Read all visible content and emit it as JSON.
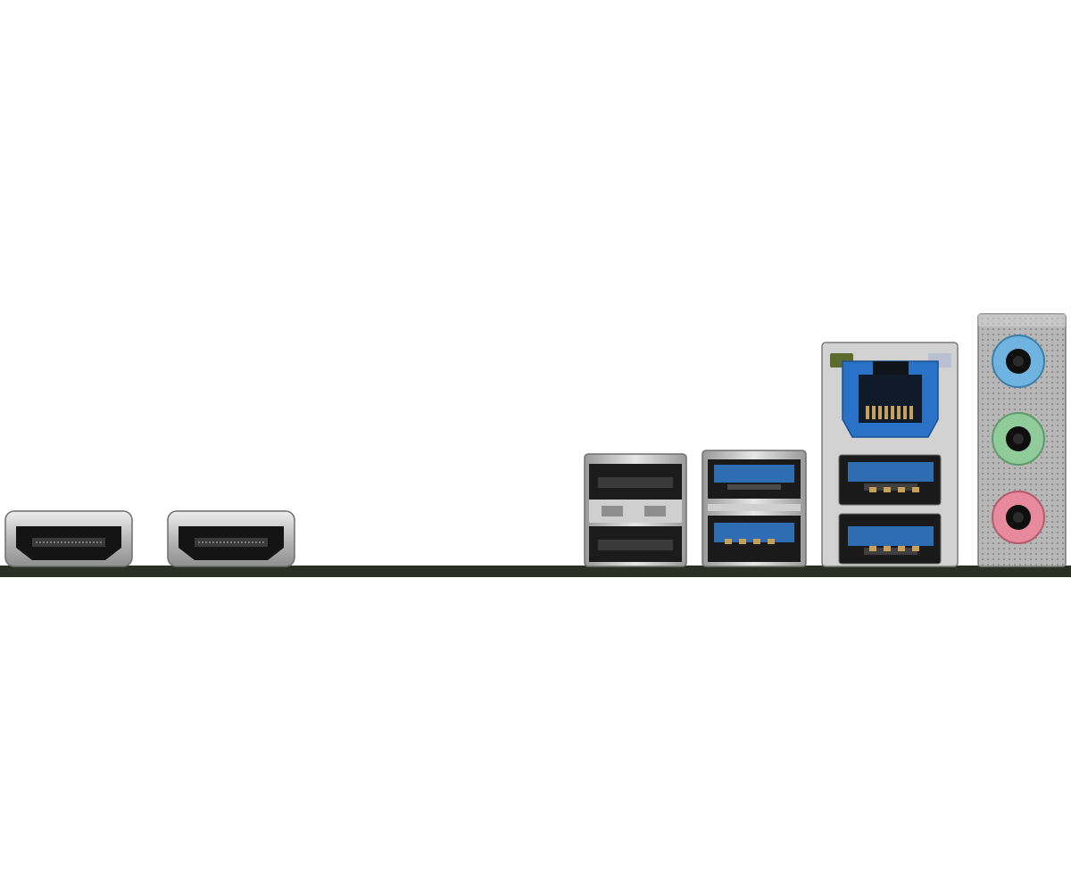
{
  "scene": {
    "background": "#ffffff",
    "pcb_color": "#2b2f24",
    "port_metal": "#c9c9c9",
    "usb3_blue": "#2f6db3",
    "rj45_blue": "#2a72c8",
    "audio_jacks": [
      {
        "name": "line-in",
        "color": "#6fb4e0"
      },
      {
        "name": "line-out",
        "color": "#8fcc9a"
      },
      {
        "name": "mic-in",
        "color": "#e88a9e"
      }
    ]
  }
}
